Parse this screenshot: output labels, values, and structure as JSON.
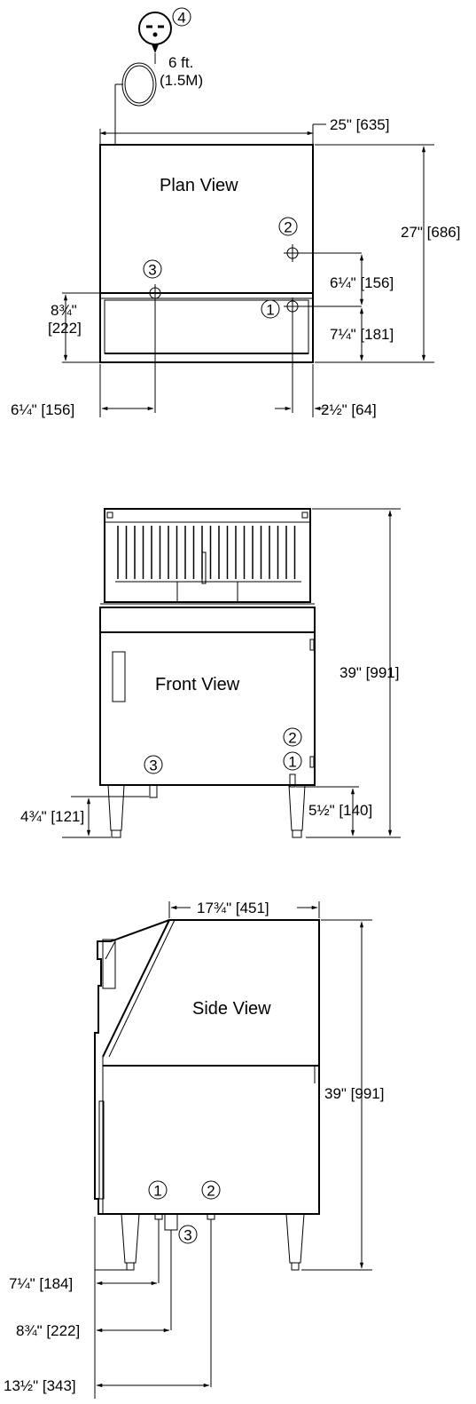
{
  "views": {
    "plan": {
      "title": "Plan View",
      "cord_length": "6 ft.",
      "cord_length_metric": "(1.5M)",
      "width": "25\" [635]",
      "depth": "27\" [686]",
      "conn2_offset": "6¼\" [156]",
      "conn1_offset": "7¼\" [181]",
      "conn3_depth_a": "8¾\"",
      "conn3_depth_b": "[222]",
      "conn3_side": "6¼\" [156]",
      "conn1_side": "2½\" [64]"
    },
    "front": {
      "title": "Front View",
      "height": "39\" [991]",
      "conn3_height": "4¾\" [121]",
      "conn1_height": "5½\" [140]"
    },
    "side": {
      "title": "Side View",
      "top_depth": "17¾\" [451]",
      "height": "39\" [991]",
      "conn1_depth": "7¼\" [184]",
      "conn3_depth": "8¾\" [222]",
      "conn2_depth": "13½\" [343]"
    }
  },
  "markers": {
    "one": "1",
    "two": "2",
    "three": "3",
    "four": "4"
  }
}
